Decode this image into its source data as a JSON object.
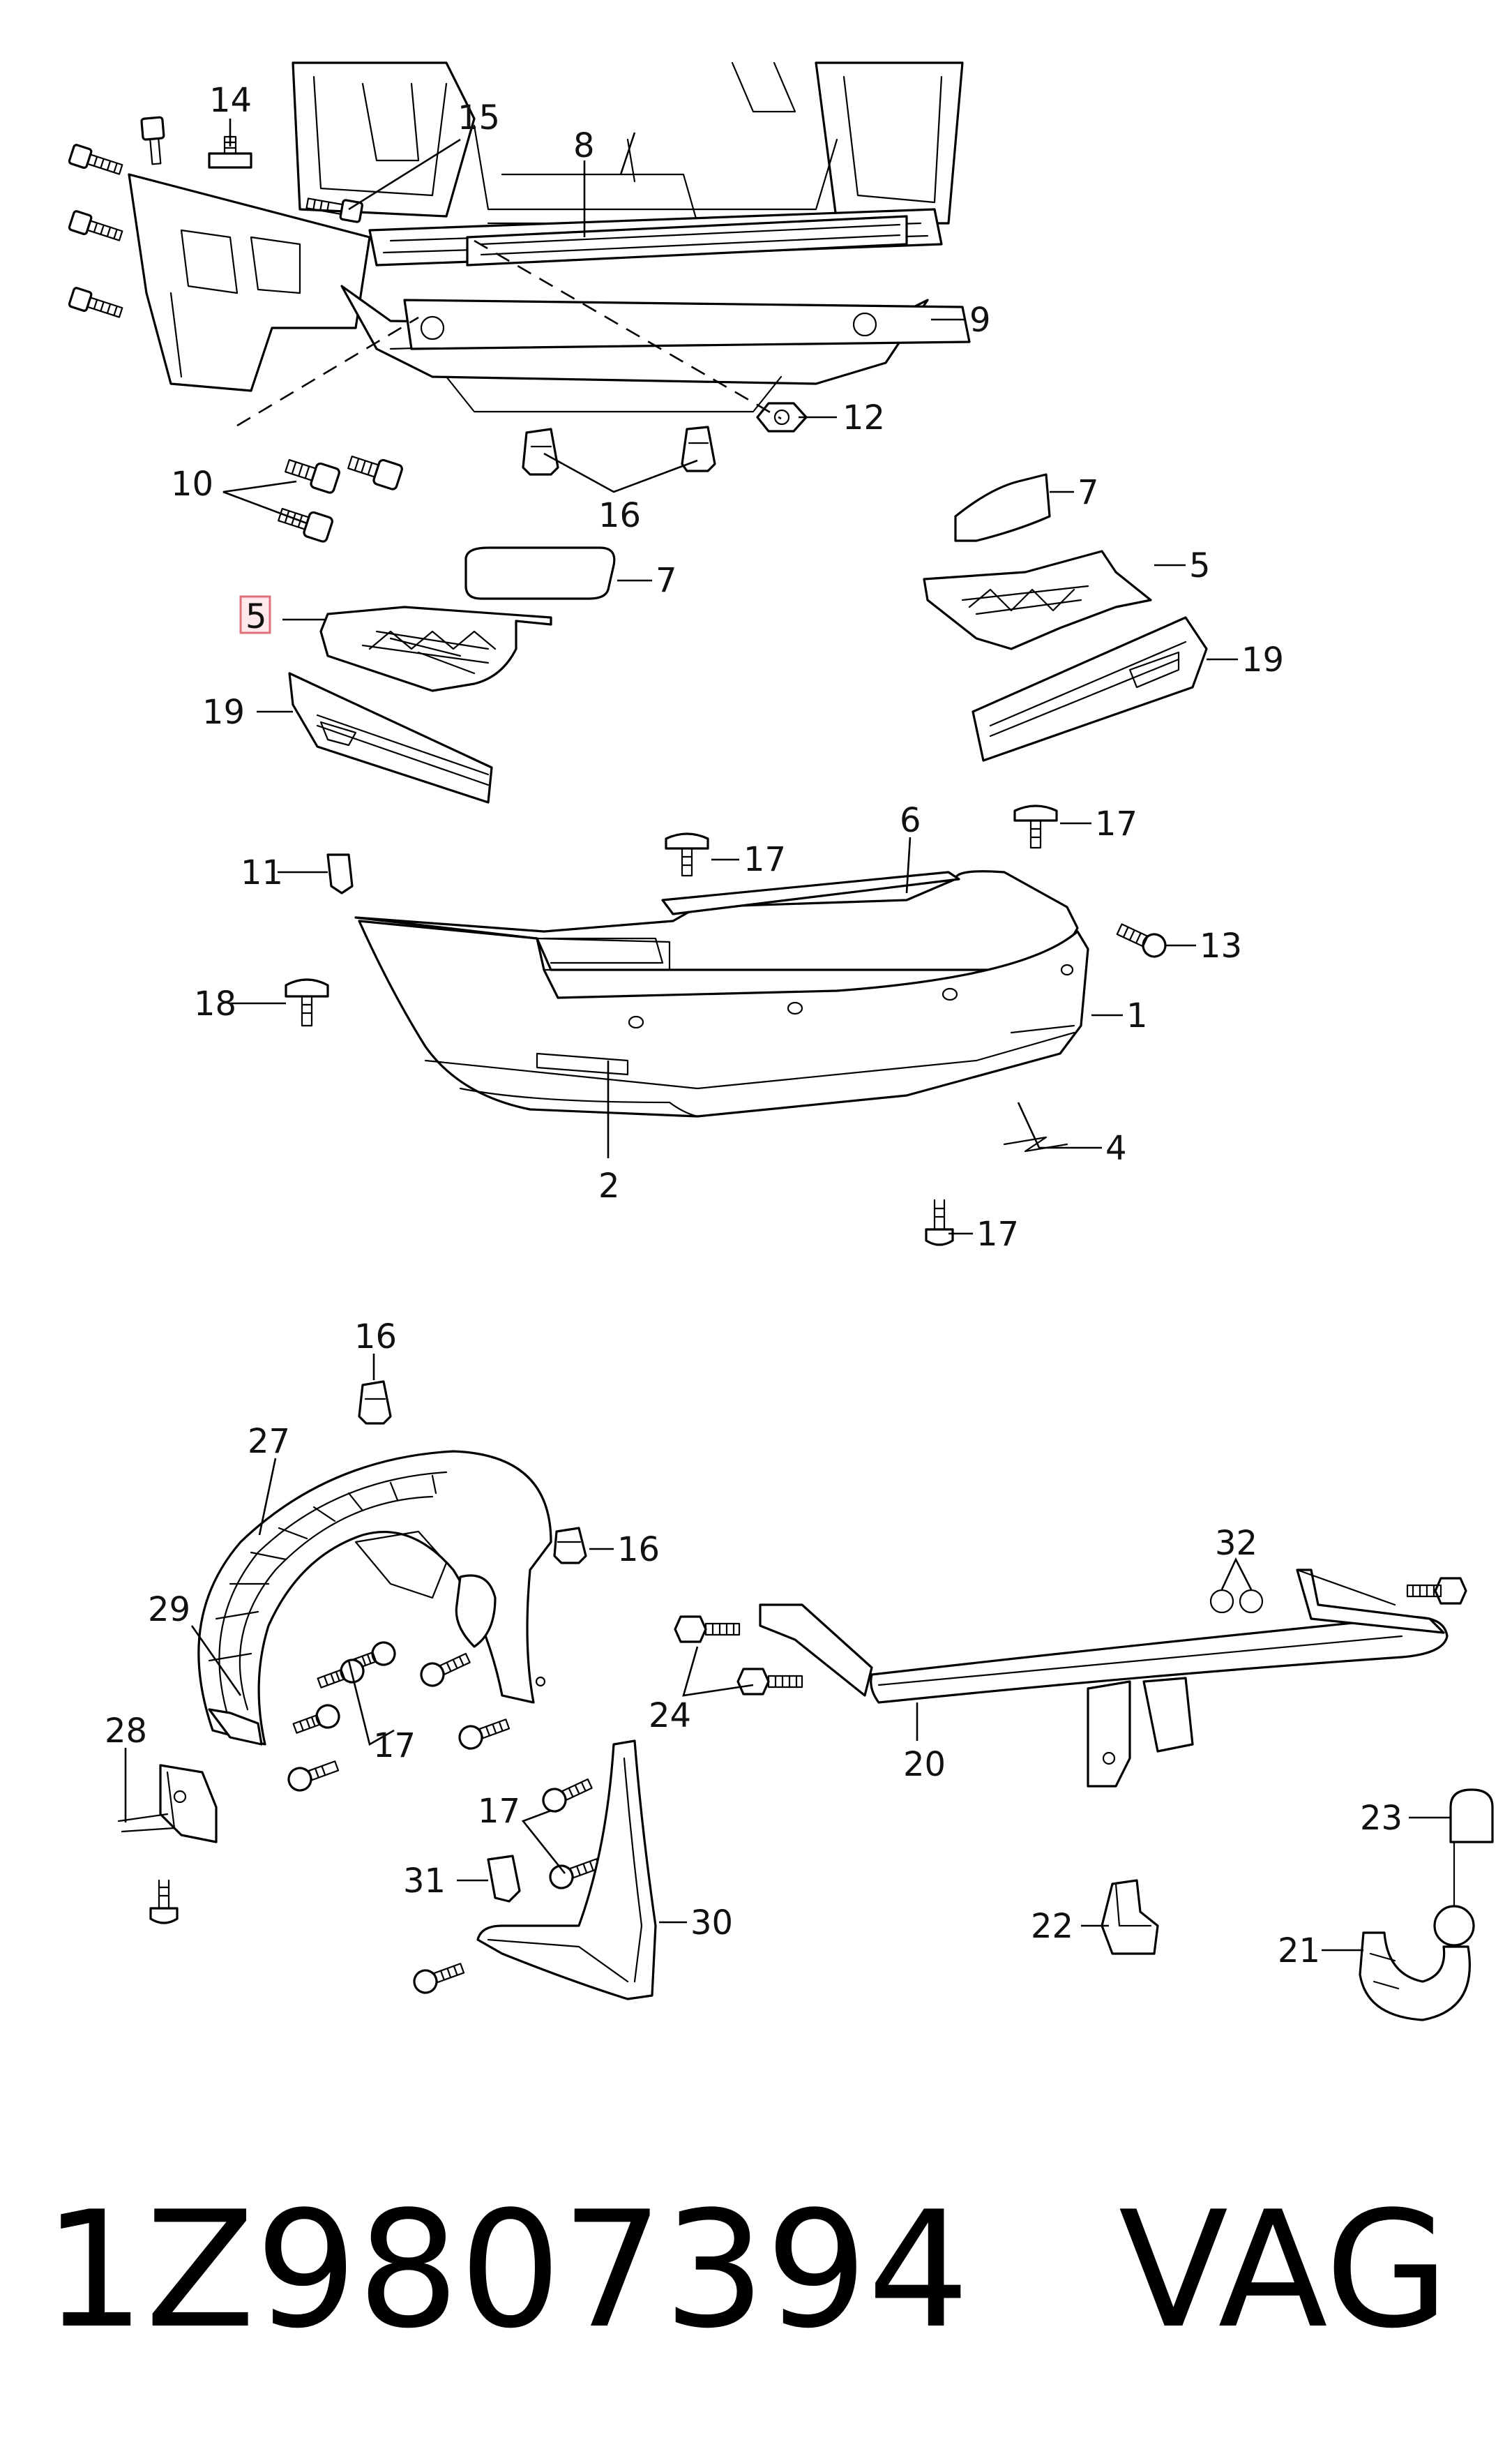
{
  "callouts": {
    "c1": "1",
    "c2": "2",
    "c4": "4",
    "c5a": "5",
    "c5b": "5",
    "c6": "6",
    "c7a": "7",
    "c7b": "7",
    "c8": "8",
    "c9": "9",
    "c10": "10",
    "c11": "11",
    "c12": "12",
    "c13": "13",
    "c14": "14",
    "c15": "15",
    "c16a": "16",
    "c16b": "16",
    "c16c": "16",
    "c17a": "17",
    "c17b": "17",
    "c17c": "17",
    "c17d": "17",
    "c17e": "17",
    "c18": "18",
    "c19a": "19",
    "c19b": "19",
    "c20": "20",
    "c21": "21",
    "c22": "22",
    "c23": "23",
    "c24": "24",
    "c27": "27",
    "c28": "28",
    "c29": "29",
    "c30": "30",
    "c31": "31",
    "c32": "32"
  },
  "highlighted_callout": "5",
  "highlight_color": "#e0707a",
  "caption": {
    "part_number": "1Z9807394",
    "brand": "VAG"
  }
}
